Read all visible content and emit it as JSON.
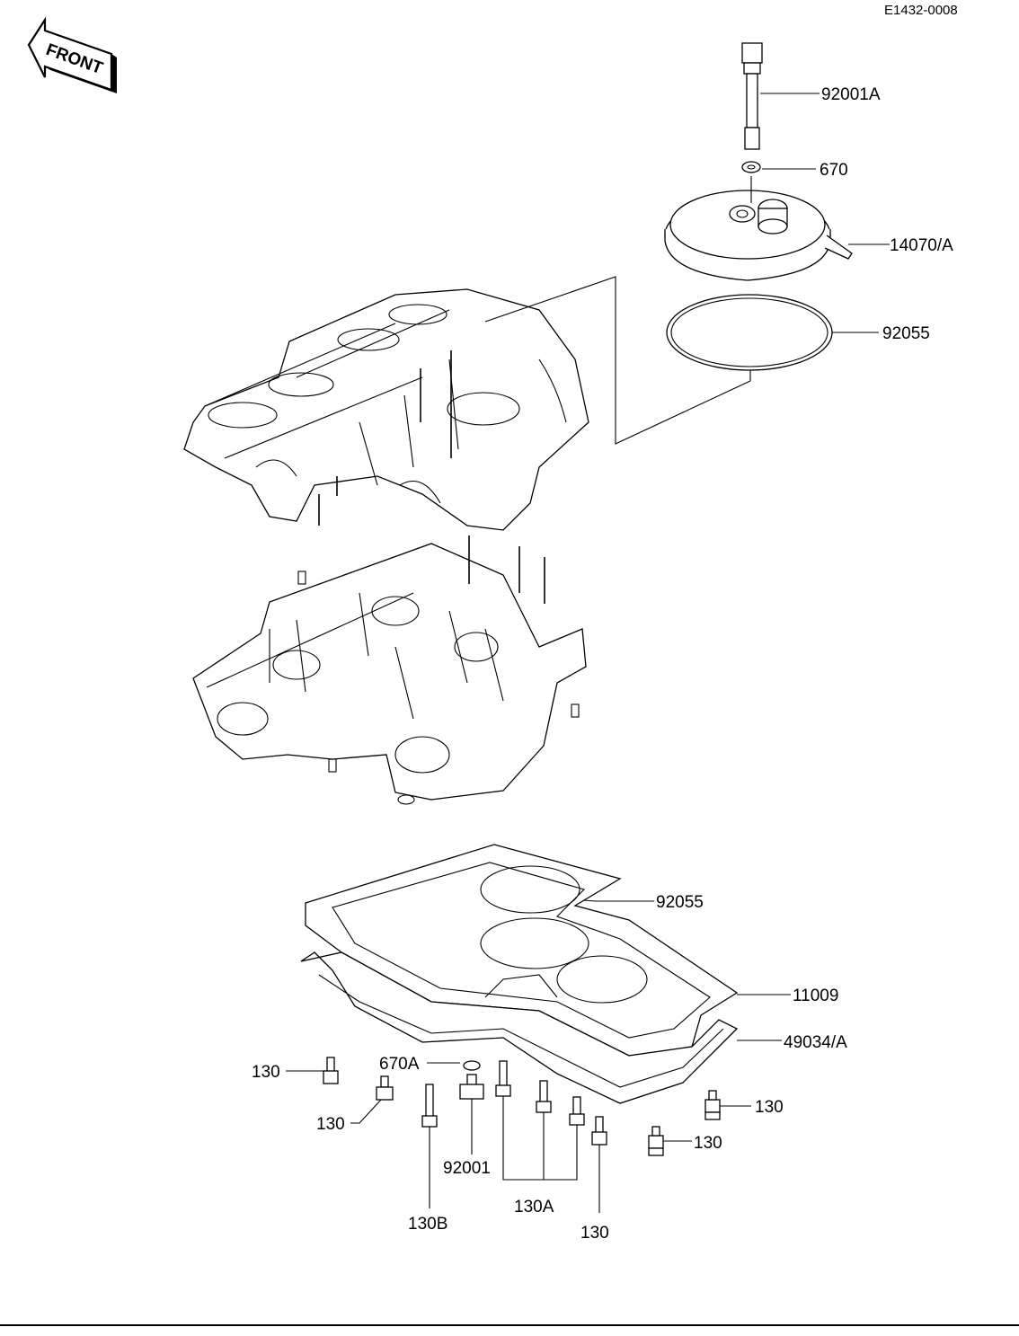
{
  "diagram_code": "E1432-0008",
  "front_badge": "FRONT",
  "callouts": {
    "bolt_top": "92001A",
    "washer_top": "670",
    "cover": "14070/A",
    "oring_top": "92055",
    "oring_pan": "92055",
    "gasket": "11009",
    "oil_pan": "49034/A",
    "bolt_left_1": "130",
    "bolt_left_2": "130",
    "washer_plug": "670A",
    "drain_plug": "92001",
    "bolt_long": "130B",
    "bolt_group": "130A",
    "bolt_bottom": "130",
    "bolt_right_1": "130",
    "bolt_right_2": "130"
  }
}
